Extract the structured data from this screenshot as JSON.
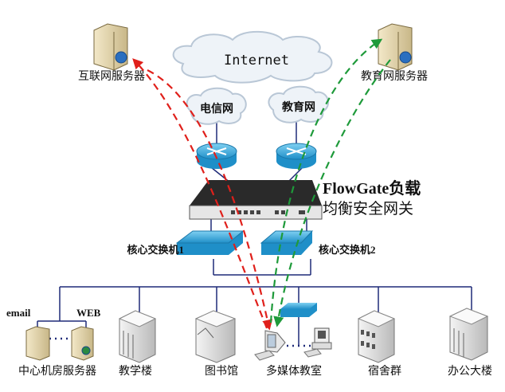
{
  "internet_label": "Internet",
  "isp_clouds": [
    "电信网",
    "教育网"
  ],
  "servers_top": {
    "internet_server": "互联网服务器",
    "edu_server": "教育网服务器"
  },
  "gateway": {
    "title_line1": "FlowGate负载",
    "title_line2": "均衡安全网关"
  },
  "switches": [
    "核心交换机1",
    "核心交换机2"
  ],
  "server_room": {
    "email": "email",
    "web": "WEB"
  },
  "buildings": [
    "中心机房服务器",
    "教学楼",
    "图书馆",
    "多媒体教室",
    "宿舍群",
    "办公大楼"
  ],
  "colors": {
    "link": "#1f2a78",
    "red_path": "#e0201b",
    "green_path": "#1e9a3a",
    "device_blue": "#2f9fd6",
    "gateway": "#2a2a2a"
  }
}
